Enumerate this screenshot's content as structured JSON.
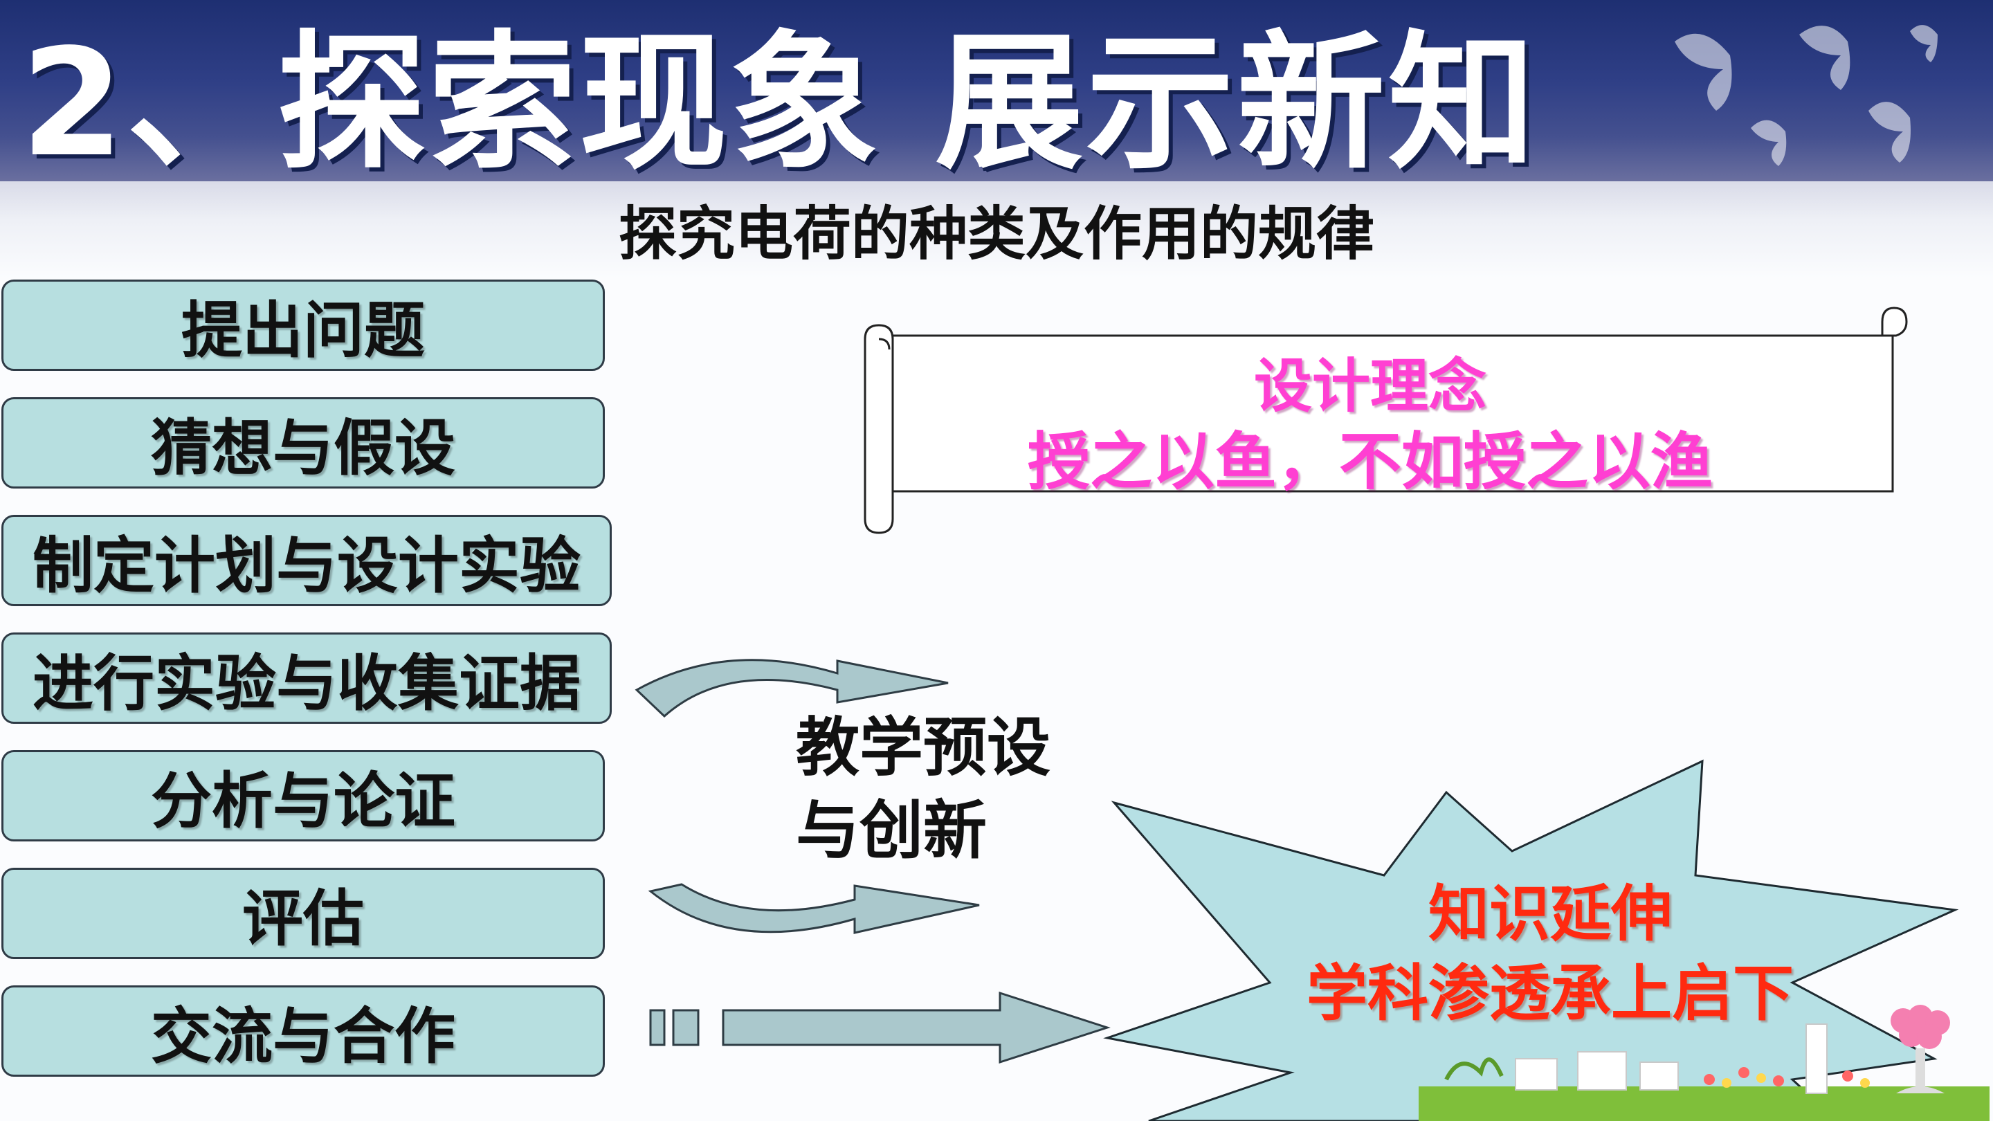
{
  "slide": {
    "title": "2、探索现象  展示新知",
    "subtitle": "探究电荷的种类及作用的规律"
  },
  "steps": [
    "提出问题",
    "猜想与假设",
    "制定计划与设计实验",
    "进行实验与收集证据",
    "分析与论证",
    "评估",
    "交流与合作"
  ],
  "design_scroll": {
    "heading": "设计理念",
    "quote": "授之以鱼，不如授之以渔"
  },
  "center_label": {
    "line1": "教学预设",
    "line2": "与创新"
  },
  "burst": {
    "line1": "知识延伸",
    "line2": "学科渗透承上启下"
  },
  "colors": {
    "step_fill": "#b7dfe0",
    "scroll_text": "#ff3fd2",
    "burst_text": "#ff2a10",
    "header_bg": "#2f3f86"
  }
}
